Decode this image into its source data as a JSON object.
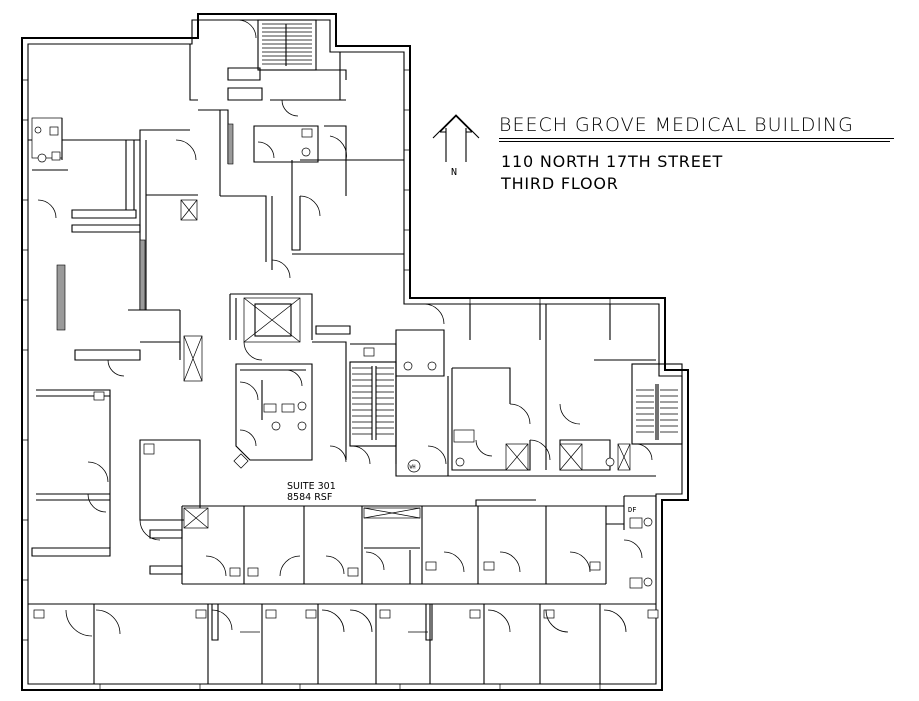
{
  "title_block": {
    "building_name": "BEECH GROVE MEDICAL BUILDING",
    "address": "110 NORTH 17TH STREET",
    "floor": "THIRD FLOOR"
  },
  "north_arrow": {
    "label": "N"
  },
  "suite": {
    "number": "SUITE 301",
    "area": "8584 RSF"
  },
  "fixture_labels": {
    "water_heater": "WH",
    "drinking_fountain": "DF"
  }
}
